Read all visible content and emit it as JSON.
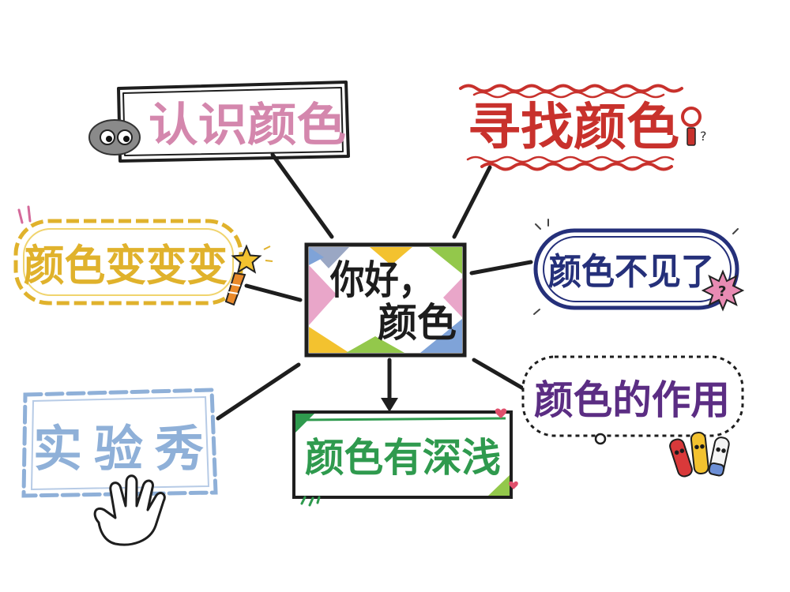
{
  "center": {
    "line1": "你好，",
    "line2": "颜色"
  },
  "branches": {
    "recognize": {
      "label": "认识颜色",
      "color": "#d487ad",
      "icon": "eyes-icon"
    },
    "find": {
      "label": "寻找颜色",
      "color": "#c8312c",
      "icon": "magnifier-icon"
    },
    "change": {
      "label": "颜色变变变",
      "color": "#e0b22c",
      "icon": "magic-wand-icon"
    },
    "disappear": {
      "label": "颜色不见了",
      "color": "#25307a",
      "icon": "question-burst-icon"
    },
    "experiment": {
      "label": "实验秀",
      "color": "#8fb0d8",
      "icon": "hand-icon"
    },
    "shade": {
      "label": "颜色有深浅",
      "color": "#2f9a4e",
      "icon": "none"
    },
    "use": {
      "label": "颜色的作用",
      "color": "#5b2d83",
      "icon": "crayons-icon"
    }
  },
  "decor": {
    "question_mark": "?",
    "palette": {
      "pink": "#e9a6c9",
      "green": "#93c84b",
      "blue": "#7fa3d8",
      "yellow": "#f3c22f",
      "slate": "#9aa7c4"
    }
  }
}
